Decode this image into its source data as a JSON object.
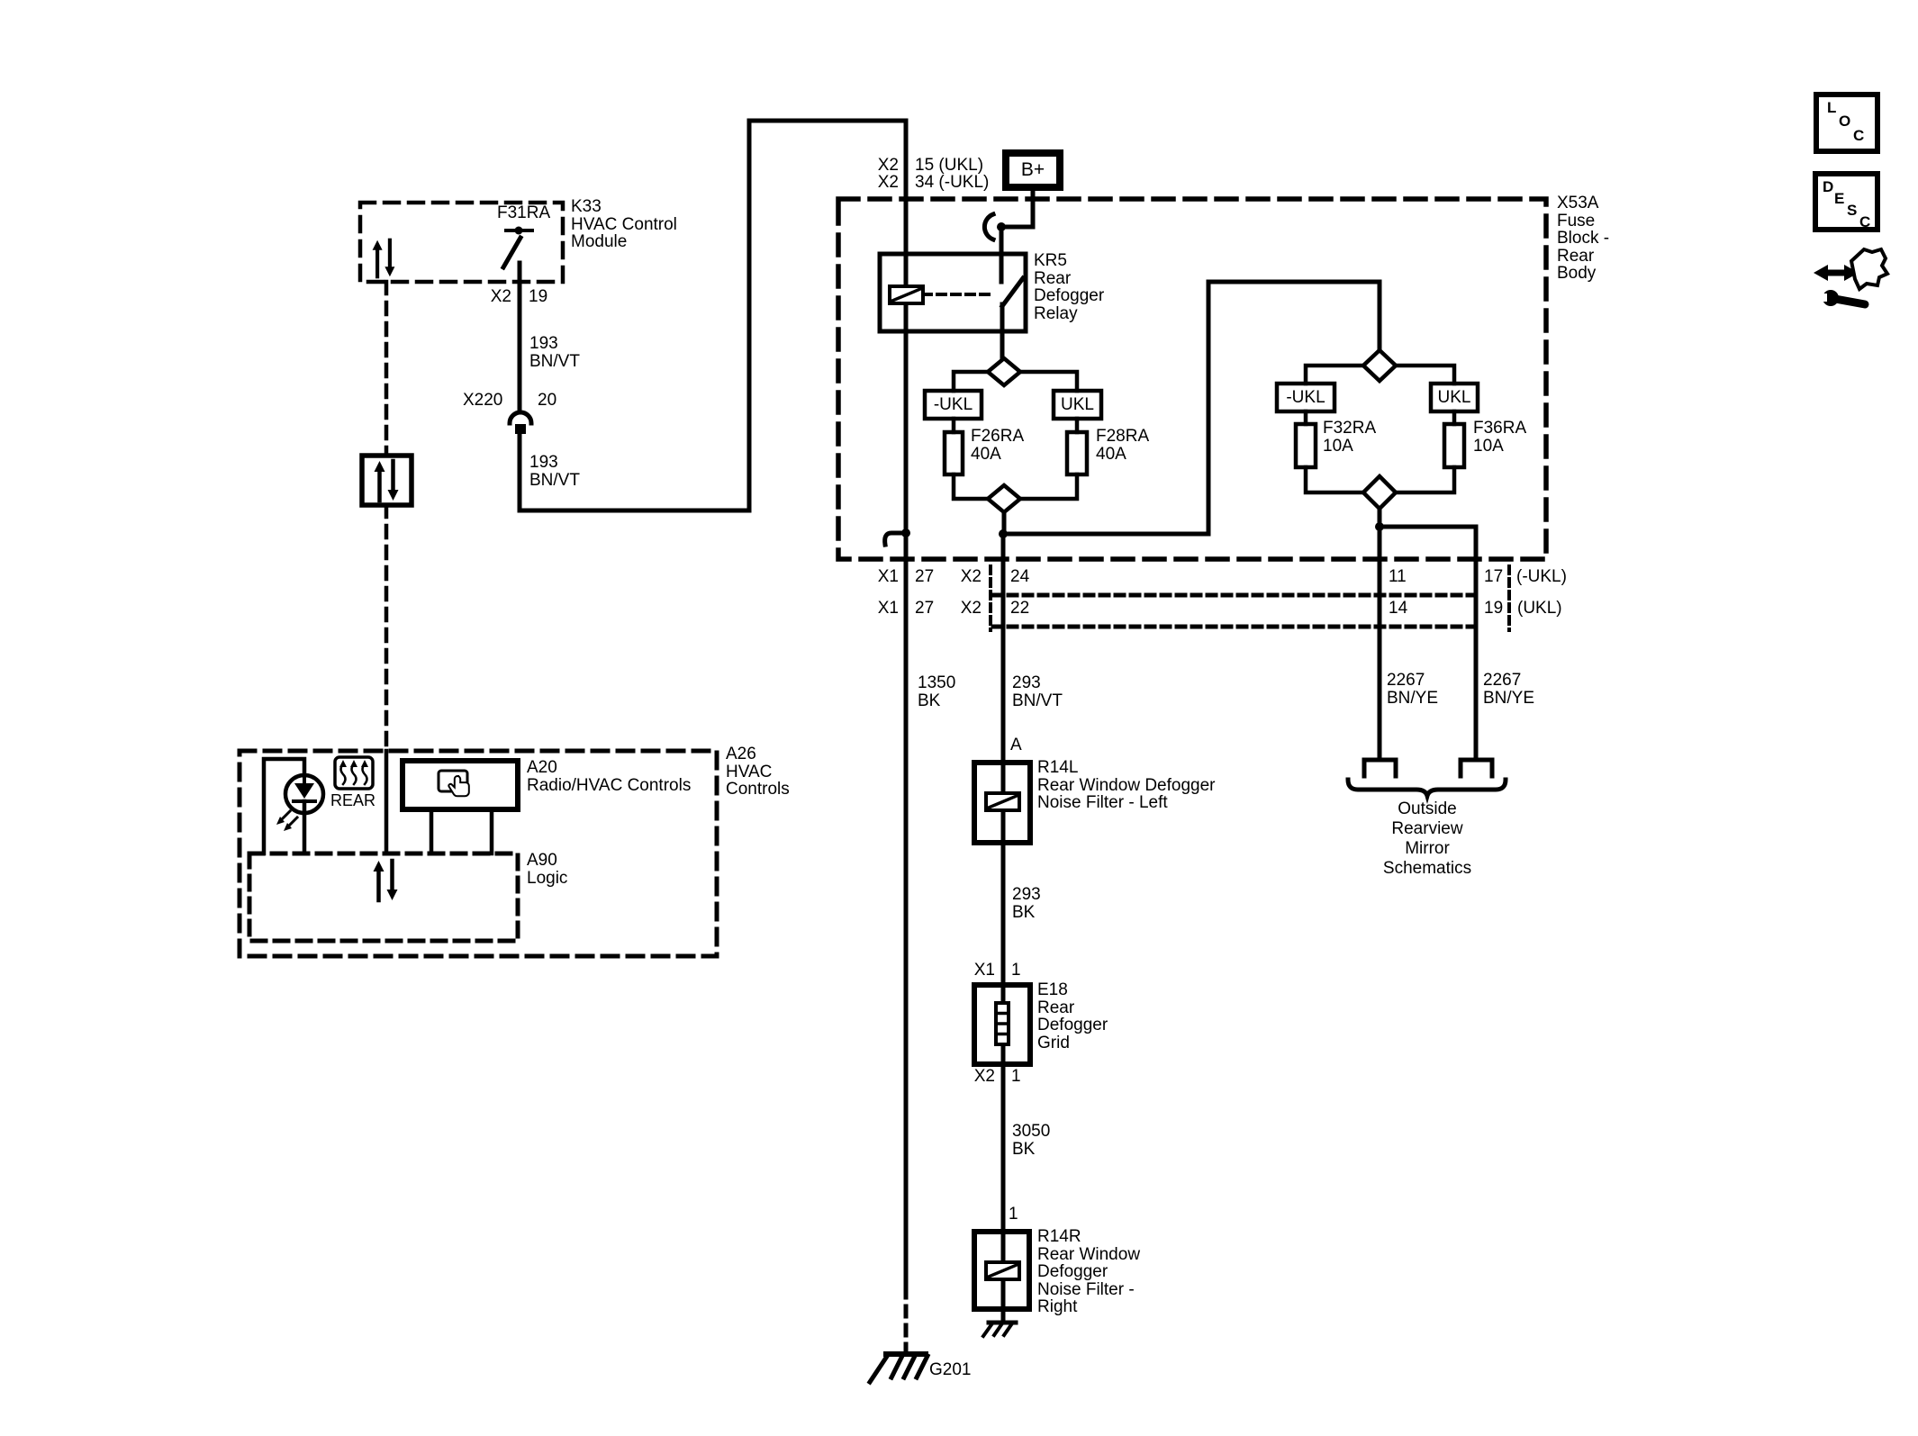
{
  "page": {
    "bg": "#ffffff",
    "ink": "#000000"
  },
  "icons": {
    "loc": [
      "L",
      "O",
      "C"
    ],
    "desc": [
      "D",
      "E",
      "S",
      "C"
    ]
  },
  "power": {
    "b_plus": "B+",
    "rows": [
      {
        "conn": "X2",
        "pin": "15 (UKL)"
      },
      {
        "conn": "X2",
        "pin": "34 (-UKL)"
      }
    ]
  },
  "fuse_block": {
    "label": "X53A\nFuse\nBlock -\nRear\nBody",
    "relay_label": "KR5\nRear\nDefogger\nRelay",
    "fuses": [
      {
        "variant": "-UKL",
        "label": "F26RA\n40A"
      },
      {
        "variant": "UKL",
        "label": "F28RA\n40A"
      },
      {
        "variant": "-UKL",
        "label": "F32RA\n10A"
      },
      {
        "variant": "UKL",
        "label": "F36RA\n10A"
      }
    ]
  },
  "k33": {
    "switch": "F31RA",
    "label": "K33\nHVAC Control\nModule",
    "conn": "X2",
    "pin": "19",
    "wire_upper": "193\nBN/VT",
    "inline_conn": "X220",
    "inline_pin": "20",
    "wire_lower": "193\nBN/VT"
  },
  "connector_rows": {
    "left": [
      {
        "c": "X1",
        "p": "27"
      },
      {
        "c": "X1",
        "p": "27"
      }
    ],
    "mid": [
      {
        "c": "X2",
        "p": "24"
      },
      {
        "c": "X2",
        "p": "22"
      }
    ],
    "right": [
      {
        "a": "11",
        "b": "17",
        "v": "(-UKL)"
      },
      {
        "a": "14",
        "b": "19",
        "v": "(UKL)"
      }
    ]
  },
  "wires": {
    "w1350": "1350\nBK",
    "w293": "293\nBN/VT",
    "w293bk": "293\nBK",
    "w3050": "3050\nBK",
    "w2267_left": "2267\nBN/YE",
    "w2267_right": "2267\nBN/YE"
  },
  "r14l": {
    "terminal": "A",
    "label": "R14L\nRear Window Defogger\nNoise Filter - Left",
    "out_conn": "X1",
    "out_pin": "1"
  },
  "e18": {
    "label": "E18\nRear\nDefogger\nGrid",
    "out_conn": "X2",
    "out_pin": "1"
  },
  "r14r": {
    "terminal": "1",
    "label": "R14R\nRear Window\nDefogger\nNoise Filter -\nRight"
  },
  "grounds": {
    "g201": "G201"
  },
  "mirror": {
    "label": "Outside\nRearview\nMirror\nSchematics"
  },
  "a26": {
    "label": "A26\nHVAC\nControls",
    "a20": "A20\nRadio/HVAC Controls",
    "a90": "A90\nLogic",
    "button": "REAR"
  }
}
